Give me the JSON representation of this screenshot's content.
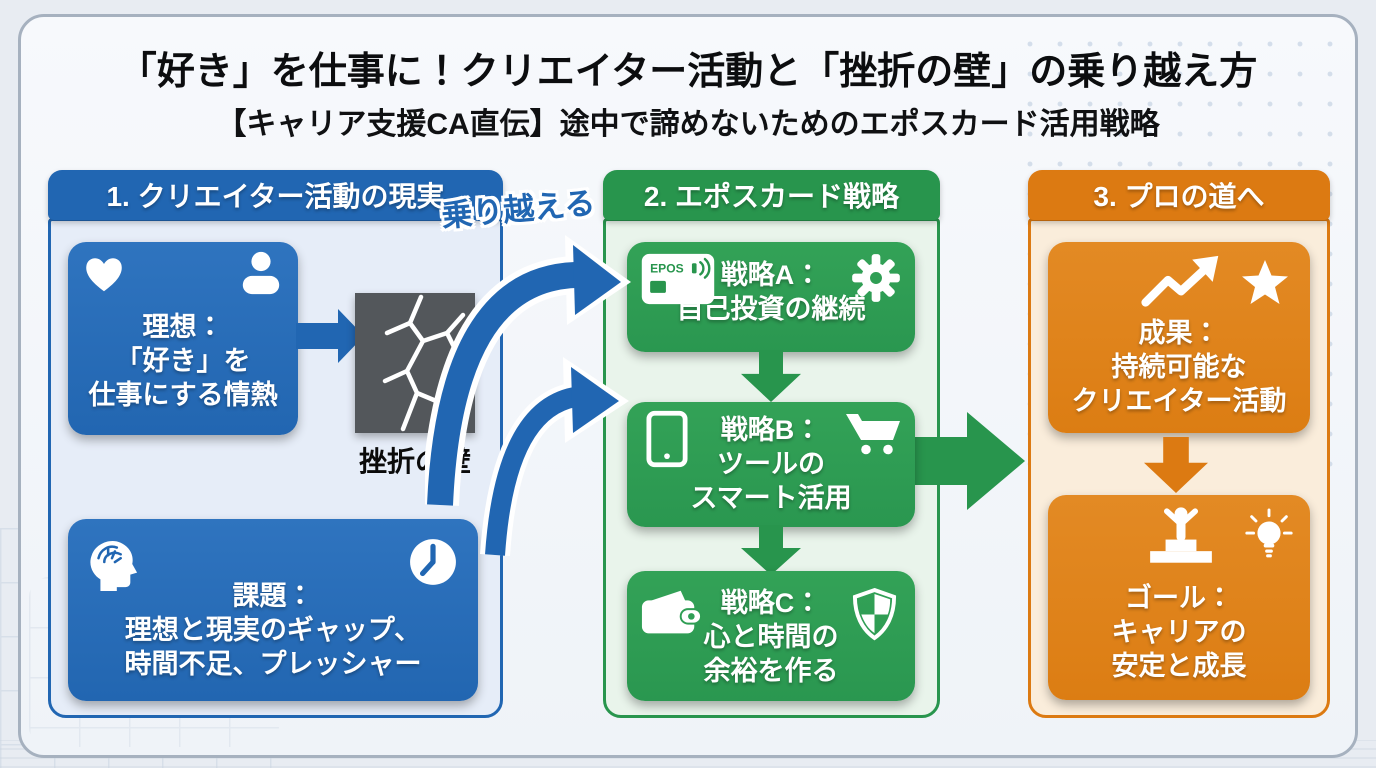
{
  "header": {
    "title": "「好き」を仕事に！クリエイター活動と「挫折の壁」の乗り越え方",
    "subtitle": "【キャリア支援CA直伝】途中で諦めないためのエポスカード活用戦略"
  },
  "labels": {
    "overcome": "乗り越える",
    "wall": "挫折の壁",
    "epos": "EPOS"
  },
  "columns": {
    "reality": {
      "header": "1. クリエイター活動の現実",
      "ideal_card": {
        "line1": "理想：",
        "line2": "「好き」を",
        "line3": "仕事にする情熱",
        "icon_left": "heart-icon",
        "icon_right": "person-icon"
      },
      "challenge_card": {
        "line1": "課題：",
        "line2": "理想と現実のギャップ、",
        "line3": "時間不足、プレッシャー",
        "icon_left": "brain-icon",
        "icon_right": "clock-icon"
      }
    },
    "strategy": {
      "header": "2. エポスカード戦略",
      "card_a": {
        "line1": "戦略A：",
        "line2": "自己投資の継続",
        "icon_left": "epos-card-icon",
        "icon_right": "gear-icon"
      },
      "card_b": {
        "line1": "戦略B：",
        "line2": "ツールの",
        "line3": "スマート活用",
        "icon_left": "tablet-icon",
        "icon_right": "shopping-cart-icon"
      },
      "card_c": {
        "line1": "戦略C：",
        "line2": "心と時間の",
        "line3": "余裕を作る",
        "icon_left": "wallet-icon",
        "icon_right": "shield-icon"
      }
    },
    "pro": {
      "header": "3. プロの道へ",
      "result_card": {
        "line1": "成果：",
        "line2": "持続可能な",
        "line3": "クリエイター活動",
        "icon_left": "trending-up-icon",
        "icon_right": "star-icon"
      },
      "goal_card": {
        "line1": "ゴール：",
        "line2": "キャリアの",
        "line3": "安定と成長",
        "icon_left": "podium-icon",
        "icon_right": "lightbulb-icon"
      }
    }
  },
  "colors": {
    "blue": "#2166b2",
    "green": "#28954d",
    "orange": "#dc7a12",
    "wall_gray": "#53575b",
    "panel_bg": "#f4f7fb",
    "outer_bg": "#e8ecf2"
  }
}
